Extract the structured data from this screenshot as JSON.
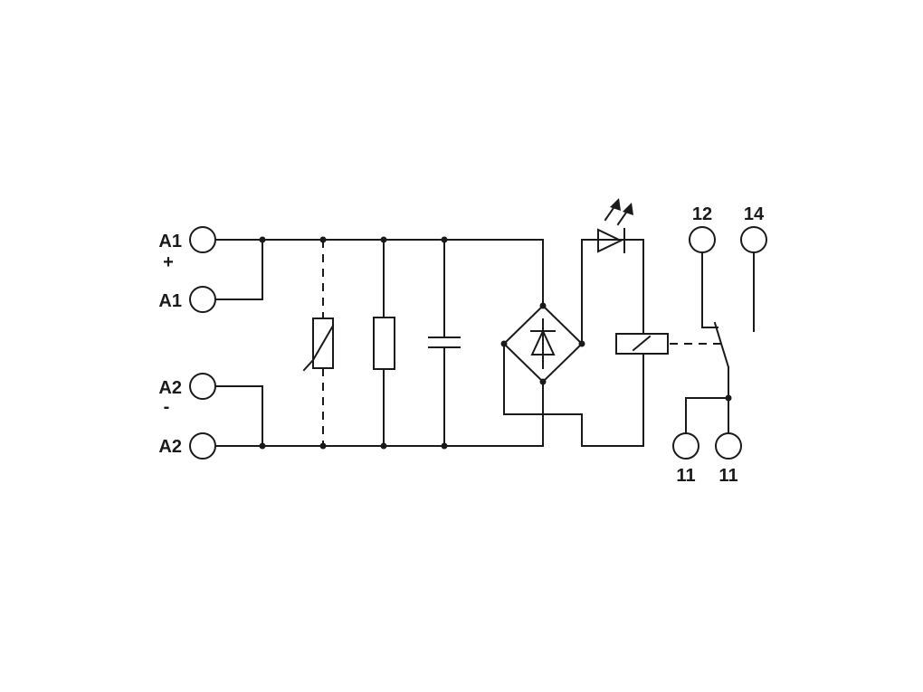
{
  "colors": {
    "line": "#1a1a1a",
    "background": "#ffffff"
  },
  "terminals": {
    "a1_top": "A1",
    "a1_plus": "+",
    "a1_bottom": "A1",
    "a2_top": "A2",
    "a2_minus": "-",
    "a2_bottom": "A2",
    "contact_12": "12",
    "contact_14": "14",
    "contact_11_left": "11",
    "contact_11_right": "11"
  },
  "components": [
    "varistor-icon",
    "resistor-icon",
    "capacitor-icon",
    "bridge-rectifier-icon",
    "led-icon",
    "relay-coil-icon",
    "changeover-contact-icon"
  ]
}
